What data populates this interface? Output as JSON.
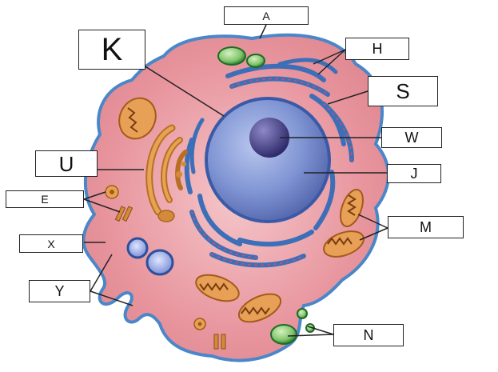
{
  "labels": {
    "A": "A",
    "K": "K",
    "H": "H",
    "S": "S",
    "W": "W",
    "J": "J",
    "U": "U",
    "E": "E",
    "M": "M",
    "X": "X",
    "Y": "Y",
    "N": "N"
  },
  "colors": {
    "cytoplasm": "#e58f98",
    "membrane": "#4a87c9",
    "nucleus": "#6c82c8",
    "nucleolus": "#3e3a84",
    "er": "#3d6fb8",
    "golgi": "#d48a38",
    "mitochondria": "#cf7e36",
    "vacuole": "#2f8a36",
    "leader_line": "#222222"
  }
}
